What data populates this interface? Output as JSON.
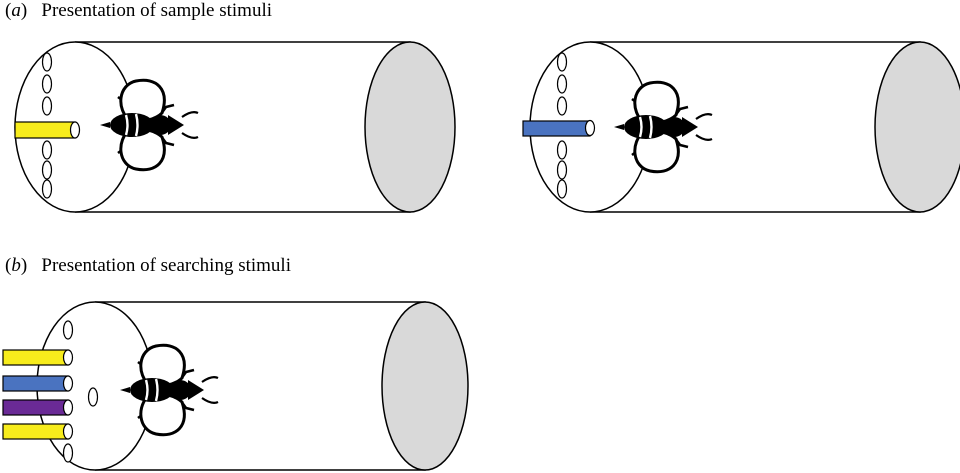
{
  "panels": {
    "a": {
      "letter": "a",
      "title": "Presentation of sample stimuli"
    },
    "b": {
      "letter": "b",
      "title": "Presentation of searching stimuli"
    }
  },
  "colors": {
    "yellow": "#f7ec1c",
    "blue": "#4a73c0",
    "purple": "#6a2a96",
    "tube_end": "#d9d9d9",
    "outline": "#000000"
  },
  "icons": [
    "bee-icon",
    "stimulus-tube"
  ]
}
